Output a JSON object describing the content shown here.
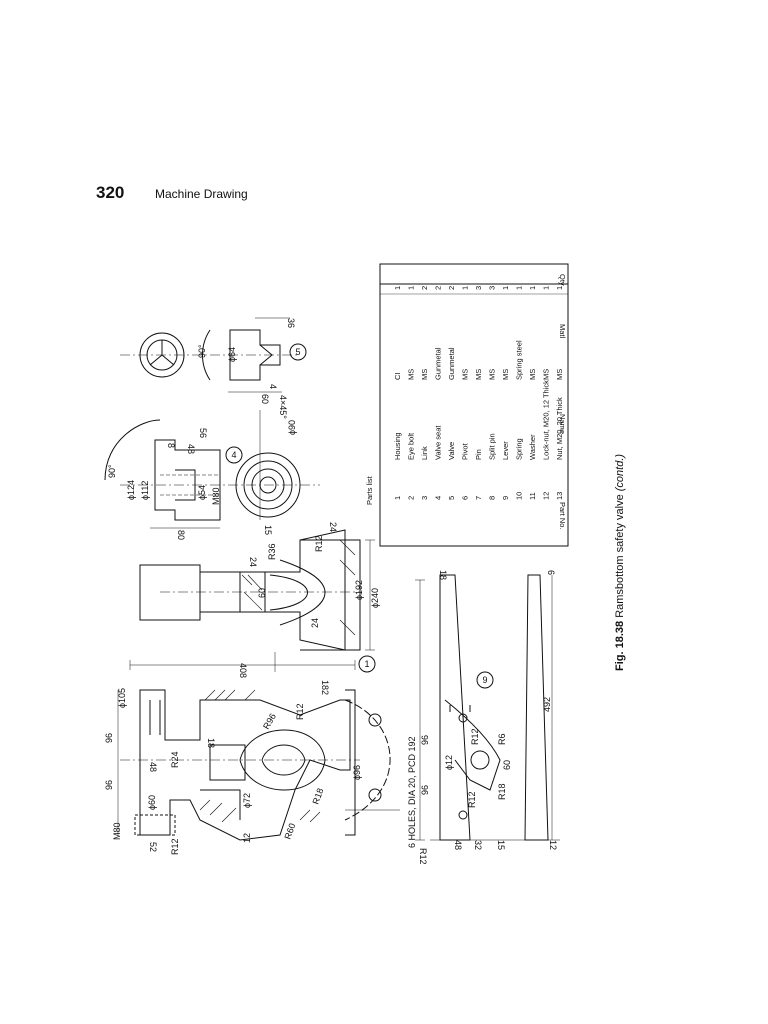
{
  "header": {
    "page_number": "320",
    "running_title": "Machine Drawing"
  },
  "caption": {
    "fig_label": "Fig. 18.38",
    "text": "Ramsbottom safety valve",
    "contd": "(contd.)"
  },
  "parts_list": {
    "title": "Parts list",
    "columns": [
      "Part No.",
      "Name",
      "Matl",
      "Qty"
    ],
    "rows": [
      [
        "1",
        "Housing",
        "CI",
        "1"
      ],
      [
        "2",
        "Eye bolt",
        "MS",
        "1"
      ],
      [
        "3",
        "Link",
        "MS",
        "2"
      ],
      [
        "4",
        "Valve seat",
        "Gunmetal",
        "2"
      ],
      [
        "5",
        "Valve",
        "Gunmetal",
        "2"
      ],
      [
        "6",
        "Pivot",
        "MS",
        "1"
      ],
      [
        "7",
        "Pin",
        "MS",
        "3"
      ],
      [
        "8",
        "Split pin",
        "MS",
        "3"
      ],
      [
        "9",
        "Lever",
        "MS",
        "1"
      ],
      [
        "10",
        "Spring",
        "Spring steel",
        "1"
      ],
      [
        "11",
        "Washer",
        "MS",
        "1"
      ],
      [
        "12",
        "Lock-nut, M20, 12 Thick",
        "MS",
        "1"
      ],
      [
        "13",
        "Nut, M20, 20 Thick",
        "MS",
        "1"
      ]
    ]
  },
  "drawing": {
    "part_callouts": [
      "1",
      "4",
      "5",
      "9"
    ],
    "dimensions": {
      "d105": "ϕ105",
      "d96a": "96",
      "d96b": "96",
      "d408": "408",
      "d182": "182",
      "r12a": "R12",
      "r24": "R24",
      "d48": "48",
      "d18a": "18",
      "r96": "R96",
      "d60": "ϕ60",
      "m80a": "M80",
      "d52": "52",
      "r12b": "R12",
      "d72": "ϕ72",
      "r18a": "R18",
      "d12a": "12",
      "r60": "R60",
      "d96c": "ϕ96",
      "holes": "6 HOLES, DIA 20, PCD 192",
      "d24a": "24",
      "r36": "R36",
      "r12c": "R12",
      "d24b": "24",
      "d60b": "60",
      "d192": "ϕ192",
      "d240": "ϕ240",
      "d24c": "24",
      "d18b": "18",
      "d96d": "96",
      "d96e": "96",
      "d12b": "ϕ12",
      "d12c": "12",
      "r12d": "R12",
      "r12e": "R12",
      "r6": "R6",
      "d60c": "60",
      "r18b": "R18",
      "d48b": "48",
      "d32": "32",
      "d15a": "15",
      "r12f": "R12",
      "d492": "492",
      "d12d": "12",
      "d6": "6",
      "d124": "ϕ124",
      "d112": "ϕ112",
      "deg90a": "90°",
      "d56": "56",
      "d48c": "48",
      "d8": "8",
      "d54": "ϕ54",
      "m80b": "M80",
      "d80": "80",
      "d15b": "15",
      "d90": "ϕ90",
      "d36": "36",
      "d64a": "ϕ64",
      "d64b": "ϕ64",
      "deg90b": "90°",
      "deg90c": "90°",
      "d60d": "60",
      "d4": "4",
      "d4x45": "4×45°"
    }
  }
}
